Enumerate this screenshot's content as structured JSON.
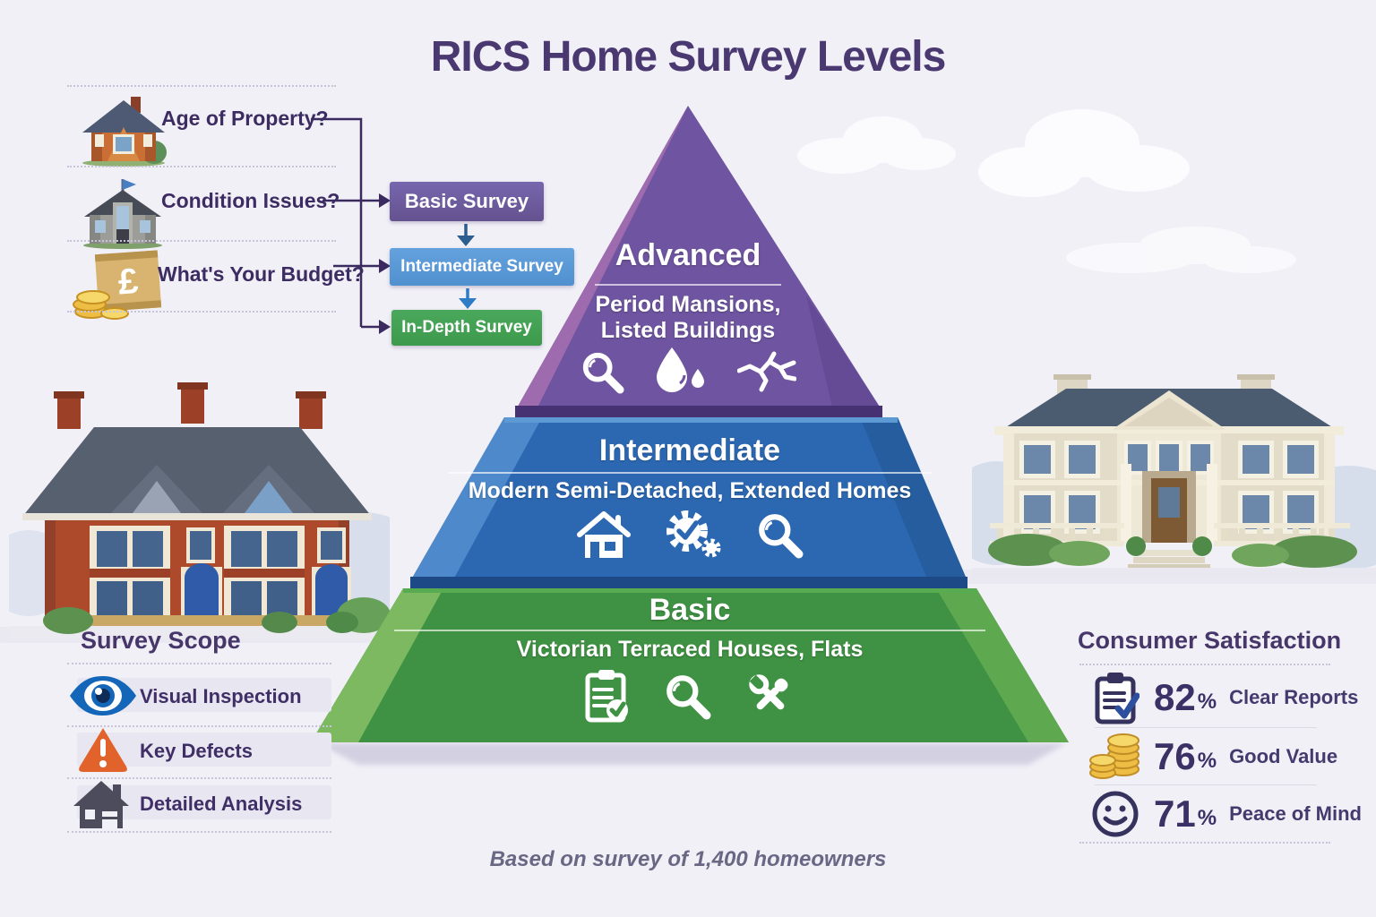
{
  "title": "RICS Home Survey Levels",
  "flowchart": {
    "questions": [
      {
        "label": "Age of Property?",
        "icon": "cottage-icon"
      },
      {
        "label": "Condition Issues?",
        "icon": "gray-house-icon"
      },
      {
        "label": "What's Your Budget?",
        "icon": "budget-sign-icon"
      }
    ],
    "budget_symbol": "£",
    "boxes": [
      {
        "label": "Basic Survey",
        "color": "#6a5ca6"
      },
      {
        "label": "Intermediate Survey",
        "color": "#5b99d8"
      },
      {
        "label": "In-Depth Survey",
        "color": "#43a053"
      }
    ]
  },
  "pyramid": {
    "levels": [
      {
        "name": "Advanced",
        "subtitle_line1": "Period Mansions,",
        "subtitle_line2": "Listed Buildings",
        "color": "#6f55a1",
        "icons": [
          "magnifier-icon",
          "droplet-icon",
          "crack-icon"
        ]
      },
      {
        "name": "Intermediate",
        "subtitle": "Modern Semi-Detached, Extended Homes",
        "color": "#2c68b2",
        "icons": [
          "house-outline-icon",
          "gear-check-icon",
          "magnifier-icon"
        ]
      },
      {
        "name": "Basic",
        "subtitle": "Victorian Terraced Houses, Flats",
        "color": "#3f9243",
        "icons": [
          "clipboard-check-icon",
          "magnifier-icon",
          "tools-icon"
        ]
      }
    ]
  },
  "survey_scope": {
    "heading": "Survey Scope",
    "items": [
      {
        "label": "Visual Inspection",
        "icon": "eye-icon"
      },
      {
        "label": "Key Defects",
        "icon": "warning-triangle-icon"
      },
      {
        "label": "Detailed Analysis",
        "icon": "house-silhouette-icon"
      }
    ]
  },
  "consumer_satisfaction": {
    "heading": "Consumer Satisfaction",
    "items": [
      {
        "value": "82",
        "unit": "%",
        "label": "Clear Reports",
        "icon": "clipboard-stat-icon"
      },
      {
        "value": "76",
        "unit": "%",
        "label": "Good Value",
        "icon": "coins-icon"
      },
      {
        "value": "71",
        "unit": "%",
        "label": "Peace of Mind",
        "icon": "smiley-icon"
      }
    ]
  },
  "footer": {
    "note": "Based on survey of 1,400 homeowners"
  },
  "colors": {
    "background": "#f1f0f7",
    "title_text": "#4a3870",
    "warning_orange": "#e2622b",
    "eye_blue": "#1467b8",
    "coin_gold": "#eebd44",
    "shadow": "#c9c7da"
  }
}
